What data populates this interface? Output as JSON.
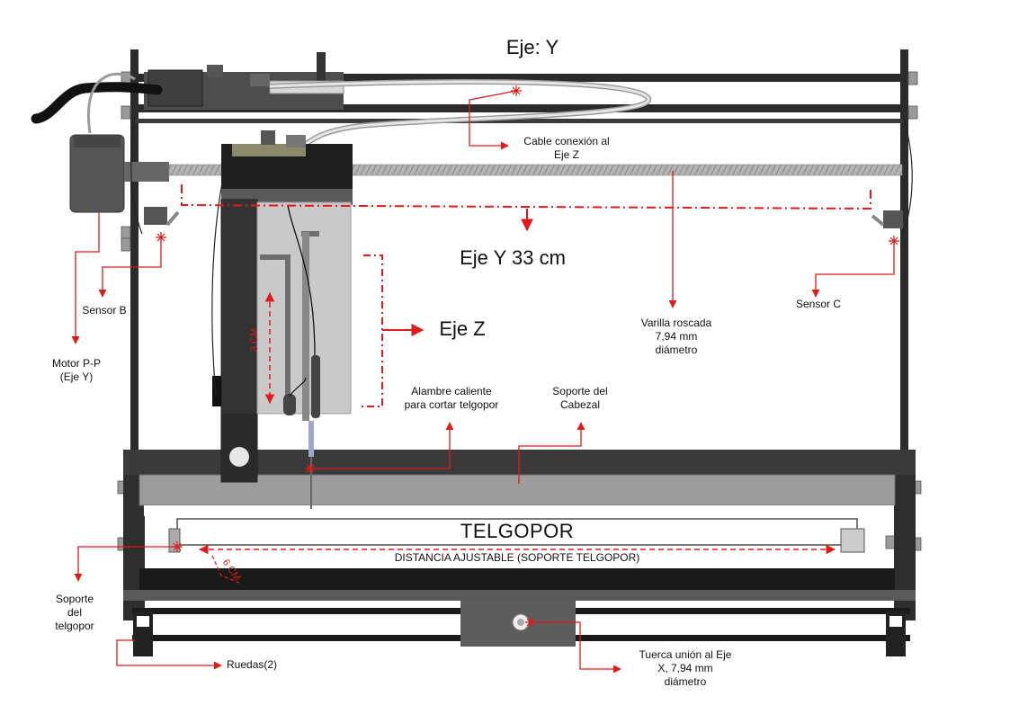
{
  "title": "Eje: Y",
  "labels": {
    "cable": [
      "Cable conexión al",
      "Eje Z"
    ],
    "eje_y_length": "Eje Y 33 cm",
    "eje_z": "Eje Z",
    "sensor_b": "Sensor B",
    "sensor_c": "Sensor C",
    "motor": [
      "Motor P-P",
      "(Eje Y)"
    ],
    "varilla": [
      "Varilla roscada",
      "7,94 mm",
      "diámetro"
    ],
    "alambre": [
      "Alambre caliente",
      "para cortar telgopor"
    ],
    "soporte_cabezal": [
      "Soporte del",
      "Cabezal"
    ],
    "telgopor": "TELGOPOR",
    "distancia": "DISTANCIA AJUSTABLE (SOPORTE TELGOPOR)",
    "soporte_telgopor": [
      "Soporte",
      "del",
      "telgopor"
    ],
    "ruedas": "Ruedas(2)",
    "tuerca": [
      "Tuerca unión al Eje",
      "X, 7,94 mm",
      "diámetro"
    ],
    "dim_3cm": "3 CM",
    "dim_6cm": "6 CM"
  },
  "colors": {
    "frame": "#2b2b2b",
    "annotation": "#e01b1b",
    "panel": "#c9c9c9",
    "rod": "#a8a8a8"
  }
}
